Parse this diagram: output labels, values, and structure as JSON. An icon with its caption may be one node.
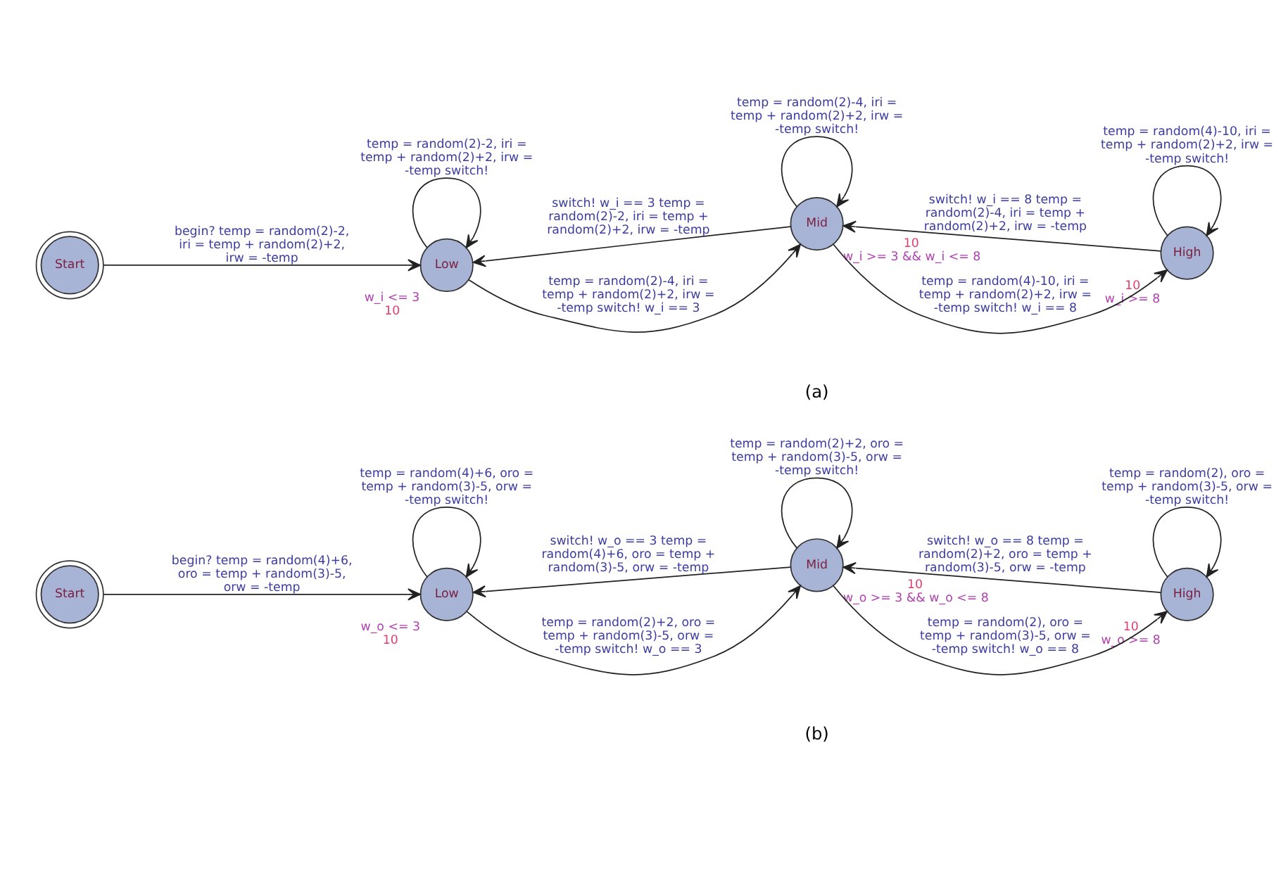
{
  "diagram": {
    "nodes": [
      {
        "text": [
          "Start"
        ]
      },
      {
        "text": [
          "Low"
        ],
        "beside": [
          "w_i <= 3",
          "10"
        ]
      },
      {
        "text": [
          "Mid"
        ],
        "beside": [
          "10",
          "w_i >= 3 && w_i <= 8"
        ]
      },
      {
        "text": [
          "High"
        ],
        "beside": [
          "10",
          "w_i >= 8"
        ]
      },
      {
        "text": [
          "Start"
        ]
      },
      {
        "text": [
          "Low"
        ],
        "beside": [
          "w_o <= 3",
          "10"
        ]
      },
      {
        "text": [
          "Mid"
        ],
        "beside": [
          "10",
          "w_o >= 3 && w_o <= 8"
        ]
      },
      {
        "text": [
          "High"
        ],
        "beside": [
          "10",
          "w_o >= 8"
        ]
      }
    ],
    "edges": [
      {
        "from": 0,
        "to": 1,
        "arrow": "to",
        "label": "begin? temp = random(2)-2, iri = temp + random(2)+2, irw = -temp"
      },
      {
        "from": 1,
        "to": 1,
        "arrow": "to",
        "label": "temp = random(2)-2, iri = temp + random(2)+2, irw = -temp switch!"
      },
      {
        "from": 1,
        "to": 2,
        "arrow": "to",
        "label": "temp = random(2)-4, iri = temp + random(2)+2, irw = -temp switch! w_i == 3"
      },
      {
        "from": 2,
        "to": 1,
        "arrow": "to",
        "label": "switch! w_i == 3 temp = random(2)-2, iri = temp + random(2)+2, irw = -temp"
      },
      {
        "from": 2,
        "to": 2,
        "arrow": "to",
        "label": "temp = random(2)-4, iri = temp + random(2)+2, irw = -temp switch!"
      },
      {
        "from": 2,
        "to": 3,
        "arrow": "to",
        "label": "temp = random(4)-10, iri = temp + random(2)+2, irw = -temp switch! w_i == 8"
      },
      {
        "from": 3,
        "to": 2,
        "arrow": "to",
        "label": "switch! w_i == 8 temp = random(2)-4, iri = temp + random(2)+2, irw = -temp"
      },
      {
        "from": 3,
        "to": 3,
        "arrow": "to",
        "label": "temp = random(4)-10, iri = temp + random(2)+2, irw = -temp switch!"
      },
      {
        "from": 4,
        "to": 5,
        "arrow": "to",
        "label": "begin? temp = random(4)+6, oro = temp + random(3)-5, orw = -temp"
      },
      {
        "from": 5,
        "to": 5,
        "arrow": "to",
        "label": "temp = random(4)+6, oro = temp + random(3)-5, orw = -temp switch!"
      },
      {
        "from": 5,
        "to": 6,
        "arrow": "to",
        "label": "temp = random(2)+2, oro = temp + random(3)-5, orw = -temp switch! w_o == 3"
      },
      {
        "from": 6,
        "to": 5,
        "arrow": "to",
        "label": "switch! w_o == 3 temp = random(4)+6, oro = temp + random(3)-5, orw = -temp"
      },
      {
        "from": 6,
        "to": 6,
        "arrow": "to",
        "label": "temp = random(2)+2, oro = temp + random(3)-5, orw = -temp switch!"
      },
      {
        "from": 6,
        "to": 7,
        "arrow": "to",
        "label": "temp = random(2), oro = temp + random(3)-5, orw = -temp switch! w_o == 8"
      },
      {
        "from": 7,
        "to": 6,
        "arrow": "to",
        "label": "switch! w_o == 8 temp = random(2)+2, oro = temp + random(3)-5, orw = -temp"
      },
      {
        "from": 7,
        "to": 7,
        "arrow": "to",
        "label": "temp = random(2), oro = temp + random(3)-5, orw = -temp switch!"
      }
    ],
    "labels": [
      "(a)",
      "(b)"
    ]
  }
}
